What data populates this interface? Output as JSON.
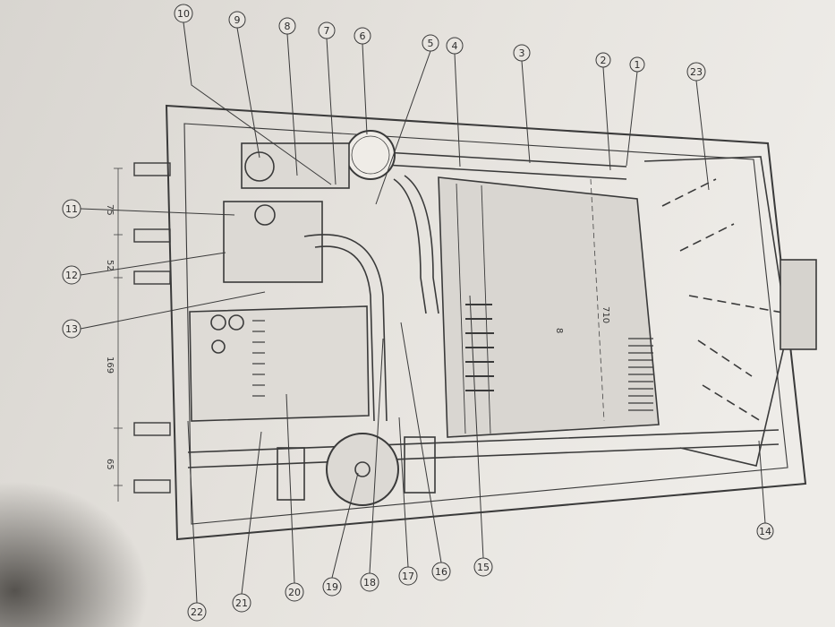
{
  "drawing": {
    "callouts": [
      "1",
      "2",
      "3",
      "4",
      "5",
      "6",
      "7",
      "8",
      "9",
      "10",
      "11",
      "12",
      "13",
      "14",
      "15",
      "16",
      "17",
      "18",
      "19",
      "20",
      "21",
      "22",
      "23"
    ],
    "dimensions": [
      "75",
      "52",
      "169",
      "65",
      "710"
    ],
    "interior_labels": [
      "8"
    ]
  },
  "colors": {
    "paper": "#e4e1dc",
    "ink": "#3a3a3a",
    "shadow": "#6f6c68"
  }
}
